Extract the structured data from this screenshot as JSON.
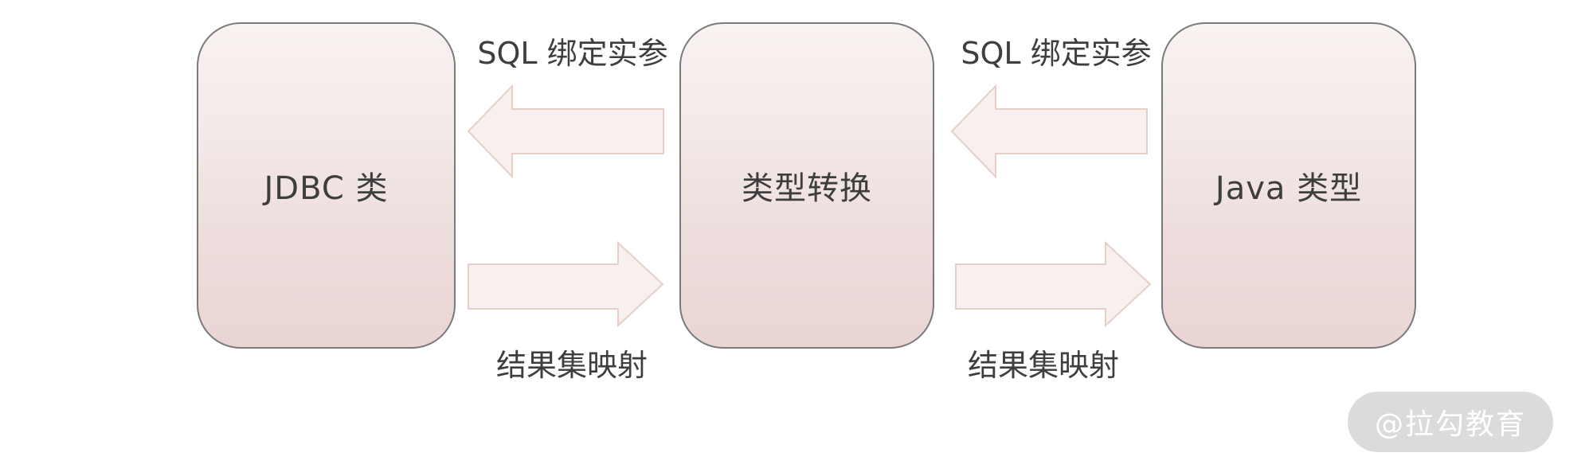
{
  "diagram": {
    "type": "flow",
    "boxes": [
      {
        "id": "jdbc-type",
        "label": "JDBC 类"
      },
      {
        "id": "type-conversion",
        "label": "类型转换"
      },
      {
        "id": "java-type",
        "label": "Java 类型"
      }
    ],
    "flows": [
      {
        "label": "SQL 绑定实参",
        "direction": "left",
        "from": "类型转换",
        "to": "JDBC 类"
      },
      {
        "label": "结果集映射",
        "direction": "right",
        "from": "JDBC 类",
        "to": "类型转换"
      },
      {
        "label": "SQL 绑定实参",
        "direction": "left",
        "from": "Java 类型",
        "to": "类型转换"
      },
      {
        "label": "结果集映射",
        "direction": "right",
        "from": "类型转换",
        "to": "Java 类型"
      }
    ],
    "colors": {
      "box_gradient_top": "#f8f2f1",
      "box_gradient_bottom": "#e9d5d4",
      "box_border": "#7a7a7a",
      "arrow_fill": "#f7f0ef",
      "arrow_border": "#e6cfc9",
      "text": "#3e3e3e"
    },
    "watermark": {
      "text": "@拉勾教育",
      "background": "#d9d9d9",
      "text_color": "#ffffff"
    }
  }
}
